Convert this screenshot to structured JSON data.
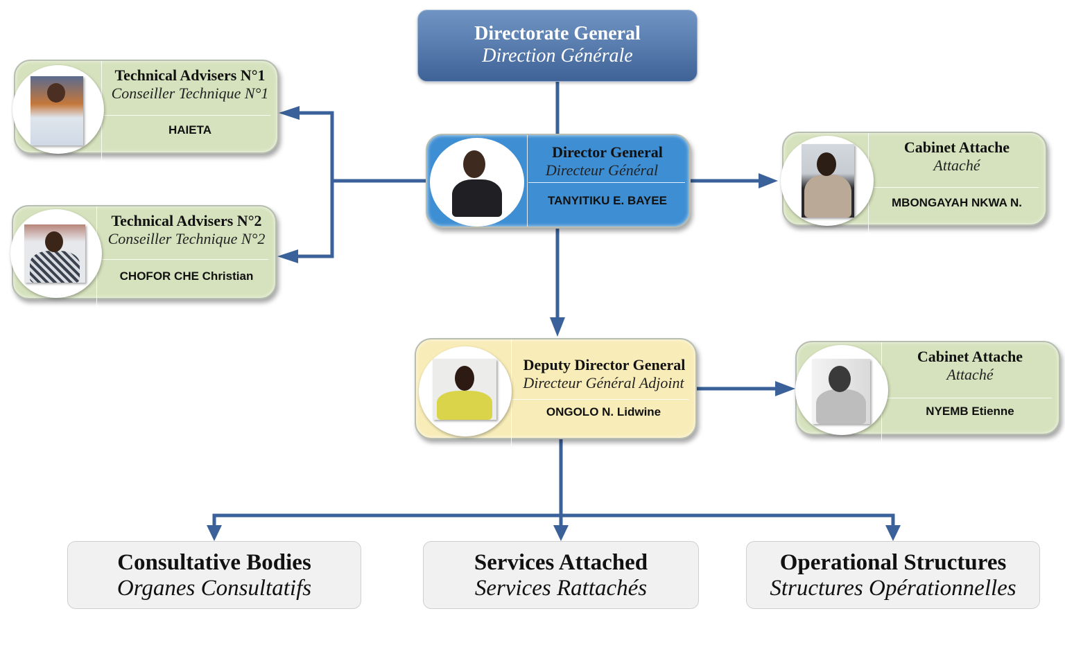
{
  "header": {
    "title_en": "Directorate General",
    "title_fr": "Direction Générale"
  },
  "director_general": {
    "title_en": "Director General",
    "title_fr": "Directeur Général",
    "name": "TANYITIKU E. BAYEE"
  },
  "technical_adviser_1": {
    "title_en": "Technical Advisers N°1",
    "title_fr": "Conseiller Technique N°1",
    "name": "HAIETA"
  },
  "technical_adviser_2": {
    "title_en": "Technical Advisers N°2",
    "title_fr": "Conseiller Technique N°2",
    "name": "CHOFOR CHE Christian"
  },
  "cabinet_attache_1": {
    "title_en": "Cabinet Attache",
    "title_fr": "Attaché",
    "name": "MBONGAYAH NKWA N."
  },
  "deputy_director_general": {
    "title_en": "Deputy Director General",
    "title_fr": "Directeur Général Adjoint",
    "name": "ONGOLO N. Lidwine"
  },
  "cabinet_attache_2": {
    "title_en": "Cabinet Attache",
    "title_fr": "Attaché",
    "name": "NYEMB Etienne"
  },
  "bottom": [
    {
      "title_en": "Consultative Bodies",
      "title_fr": "Organes Consultatifs"
    },
    {
      "title_en": "Services Attached",
      "title_fr": "Services Rattachés"
    },
    {
      "title_en": "Operational Structures",
      "title_fr": "Structures Opérationnelles"
    }
  ],
  "colors": {
    "connector": "#3a6199",
    "header_blue": "#5b7fb0",
    "dg_blue": "#3e8ed3",
    "adviser_green": "#d6e2bd",
    "deputy_yellow": "#f8ecb8",
    "bottom_gray": "#f1f1f1"
  }
}
